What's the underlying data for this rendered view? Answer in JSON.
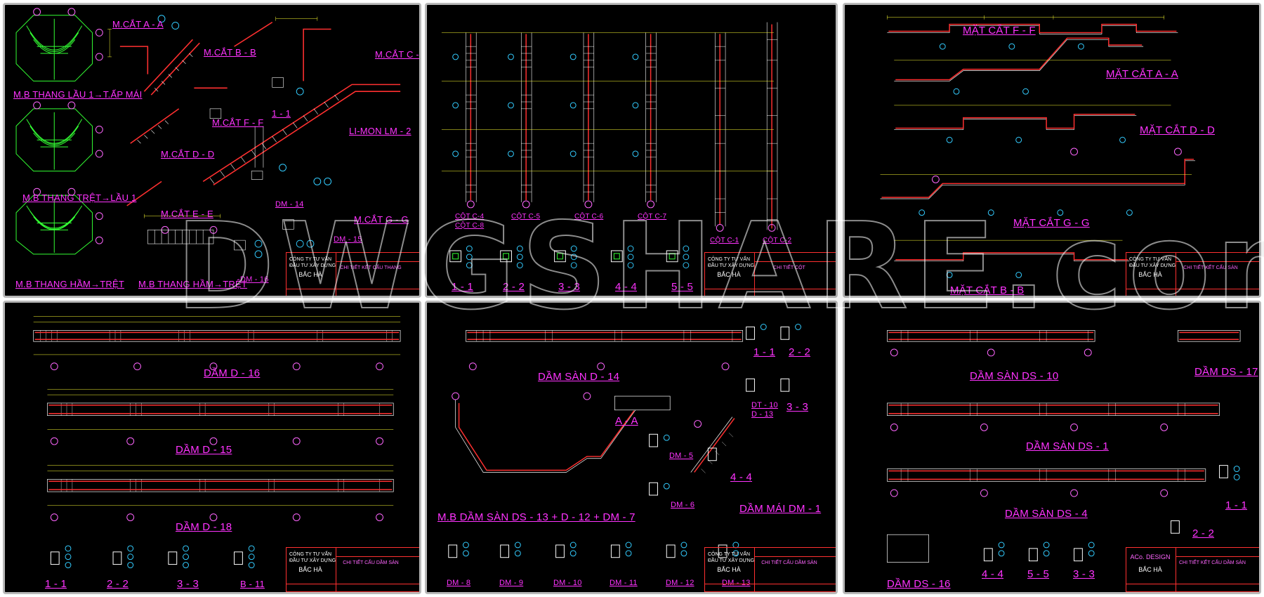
{
  "watermark": "DWGSHARE.com",
  "colors": {
    "sheet_bg": "#000000",
    "label": "#ff33ff",
    "rebar_main": "#ff3030",
    "rebar_stirrup": "#ffffff",
    "dimension": "#ffff33",
    "grid_bubble": "#ff66ff",
    "callout": "#33ccff",
    "hatch": "#33ff33"
  },
  "titleblock": {
    "company_1": "CÔNG TY TƯ VẤN",
    "company_2": "ĐẦU TƯ XÂY DỰNG",
    "company_3": "BẮC HÀ",
    "acc_design": "ACo. DESIGN"
  },
  "sheets": [
    {
      "labels": {
        "l1": "M.B THANG LẦU 1→T.ẤP MÁI",
        "l2": "M.CẮT A - A",
        "l3": "M.CẮT B - B",
        "l4": "M.CẮT C - C",
        "l5": "M.CẮT F - F",
        "l6": "1 - 1",
        "l7": "M.CẮT D - D",
        "l8": "LI-MON LM - 2",
        "l9": "M.B THANG TRỆT→LẦU 1",
        "l10": "M.CẮT E - E",
        "l11": "DM - 14",
        "l12": "M.CẮT G - G",
        "l13": "DM - 15",
        "l14": "M.B THANG HẦM→TRỆT",
        "l15": "M.B THANG HẦM→TRỆT",
        "l16": "DM - 16"
      },
      "tb_title": "CHI TIẾT KẾT CẤU THANG"
    },
    {
      "labels": {
        "l1": "CỘT C-4",
        "l1b": "CỘT C-8",
        "l2": "CỘT C-5",
        "l3": "CỘT C-6",
        "l4": "CỘT C-7",
        "l5": "CỘT C-1",
        "l6": "CỘT C-2",
        "l7": "1 - 1",
        "l8": "2 - 2",
        "l9": "3 - 3",
        "l10": "4 - 4",
        "l11": "5 - 5"
      },
      "tb_title": "CHI TIẾT CỘT"
    },
    {
      "labels": {
        "l1": "MẶT CẮT F - F",
        "l2": "MẶT CẮT A - A",
        "l3": "MẶT CẮT D - D",
        "l4": "MẶT CẮT G - G",
        "l5": "MẶT CẮT B - B"
      },
      "tb_title": "CHI TIẾT KẾT CẤU SÀN"
    },
    {
      "labels": {
        "l1": "DẦM D - 16",
        "l2": "DẦM D - 15",
        "l3": "DẦM D - 18",
        "l4": "1 - 1",
        "l5": "2 - 2",
        "l6": "3 - 3",
        "l7": "B - 11"
      },
      "tb_title": "CHI TIẾT CẤU DẦM SÀN"
    },
    {
      "labels": {
        "l1": "DẦM SÀN D - 14",
        "l2": "1 - 1",
        "l3": "2 - 2",
        "l4": "DT - 10",
        "l5": "D - 13",
        "l6": "3 - 3",
        "l7": "A - A",
        "l8": "DM - 5",
        "l9": "4 - 4",
        "l10": "DM - 6",
        "l11": "DẦM MÁI DM - 1",
        "l12": "M.B DẦM SÀN DS - 13 + D - 12 + DM - 7",
        "l13": "DM - 8",
        "l14": "DM - 9",
        "l15": "DM - 10",
        "l16": "DM - 11",
        "l17": "DM - 12",
        "l18": "DM - 13"
      },
      "tb_title": "CHI TIẾT CẤU DẦM SÀN"
    },
    {
      "labels": {
        "l1": "DẦM SÀN DS - 10",
        "l2": "DẦM DS - 17",
        "l3": "DẦM SÀN DS - 1",
        "l4": "DẦM SÀN DS - 4",
        "l5": "1 - 1",
        "l6": "2 - 2",
        "l7": "DẦM DS - 16",
        "l8": "4 - 4",
        "l9": "5 - 5",
        "l10": "3 - 3"
      },
      "tb_title": "CHI TIẾT KẾT CẤU DẦM SÀN"
    }
  ]
}
